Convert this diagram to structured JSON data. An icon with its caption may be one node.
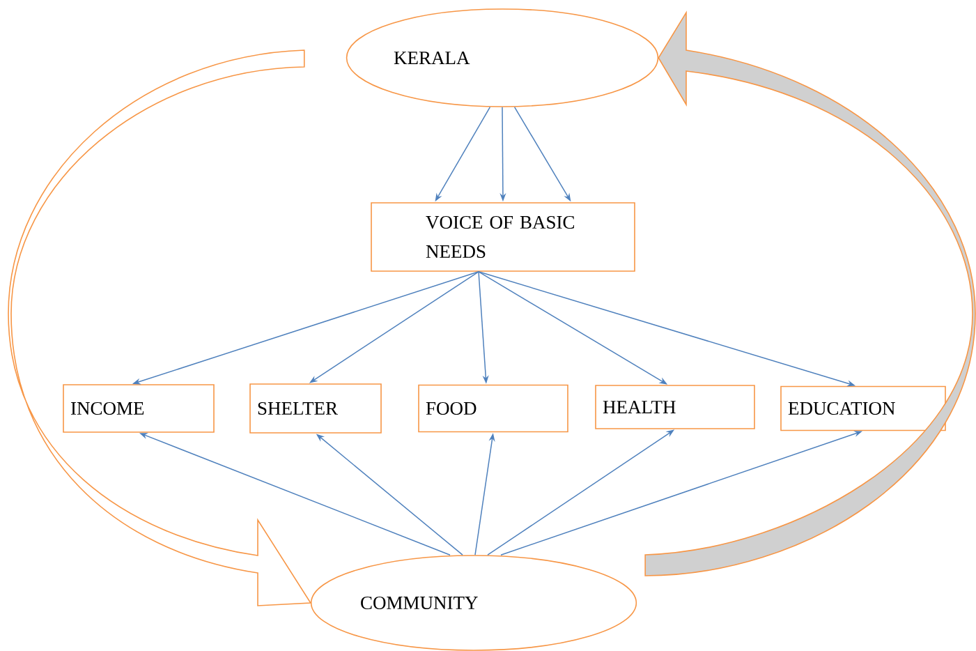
{
  "diagram": {
    "nodes": [
      {
        "text": [
          "KERALA"
        ]
      },
      {
        "text": [
          "VOICE OF BASIC NEEDS"
        ]
      },
      {
        "text": [
          "INCOME"
        ]
      },
      {
        "text": [
          "SHELTER"
        ]
      },
      {
        "text": [
          "FOOD"
        ]
      },
      {
        "text": [
          "HEALTH"
        ]
      },
      {
        "text": [
          "EDUCATION"
        ]
      },
      {
        "text": [
          "COMMUNITY"
        ]
      }
    ],
    "edges": [
      {
        "from": 0,
        "to": 1,
        "arrow": "to"
      },
      {
        "from": 0,
        "to": 1,
        "arrow": "to"
      },
      {
        "from": 0,
        "to": 1,
        "arrow": "to"
      },
      {
        "from": 1,
        "to": 2,
        "arrow": "to"
      },
      {
        "from": 1,
        "to": 3,
        "arrow": "to"
      },
      {
        "from": 1,
        "to": 4,
        "arrow": "to"
      },
      {
        "from": 1,
        "to": 5,
        "arrow": "to"
      },
      {
        "from": 1,
        "to": 6,
        "arrow": "to"
      },
      {
        "from": 7,
        "to": 2,
        "arrow": "to"
      },
      {
        "from": 7,
        "to": 3,
        "arrow": "to"
      },
      {
        "from": 7,
        "to": 4,
        "arrow": "to"
      },
      {
        "from": 7,
        "to": 5,
        "arrow": "to"
      },
      {
        "from": 7,
        "to": 6,
        "arrow": "to"
      },
      {
        "from": 0,
        "to": 7,
        "arrow": "to",
        "style": "thick",
        "color": "#f79646"
      },
      {
        "from": 7,
        "to": 0,
        "arrow": "to",
        "style": "thick",
        "color": "#f79646"
      }
    ]
  }
}
